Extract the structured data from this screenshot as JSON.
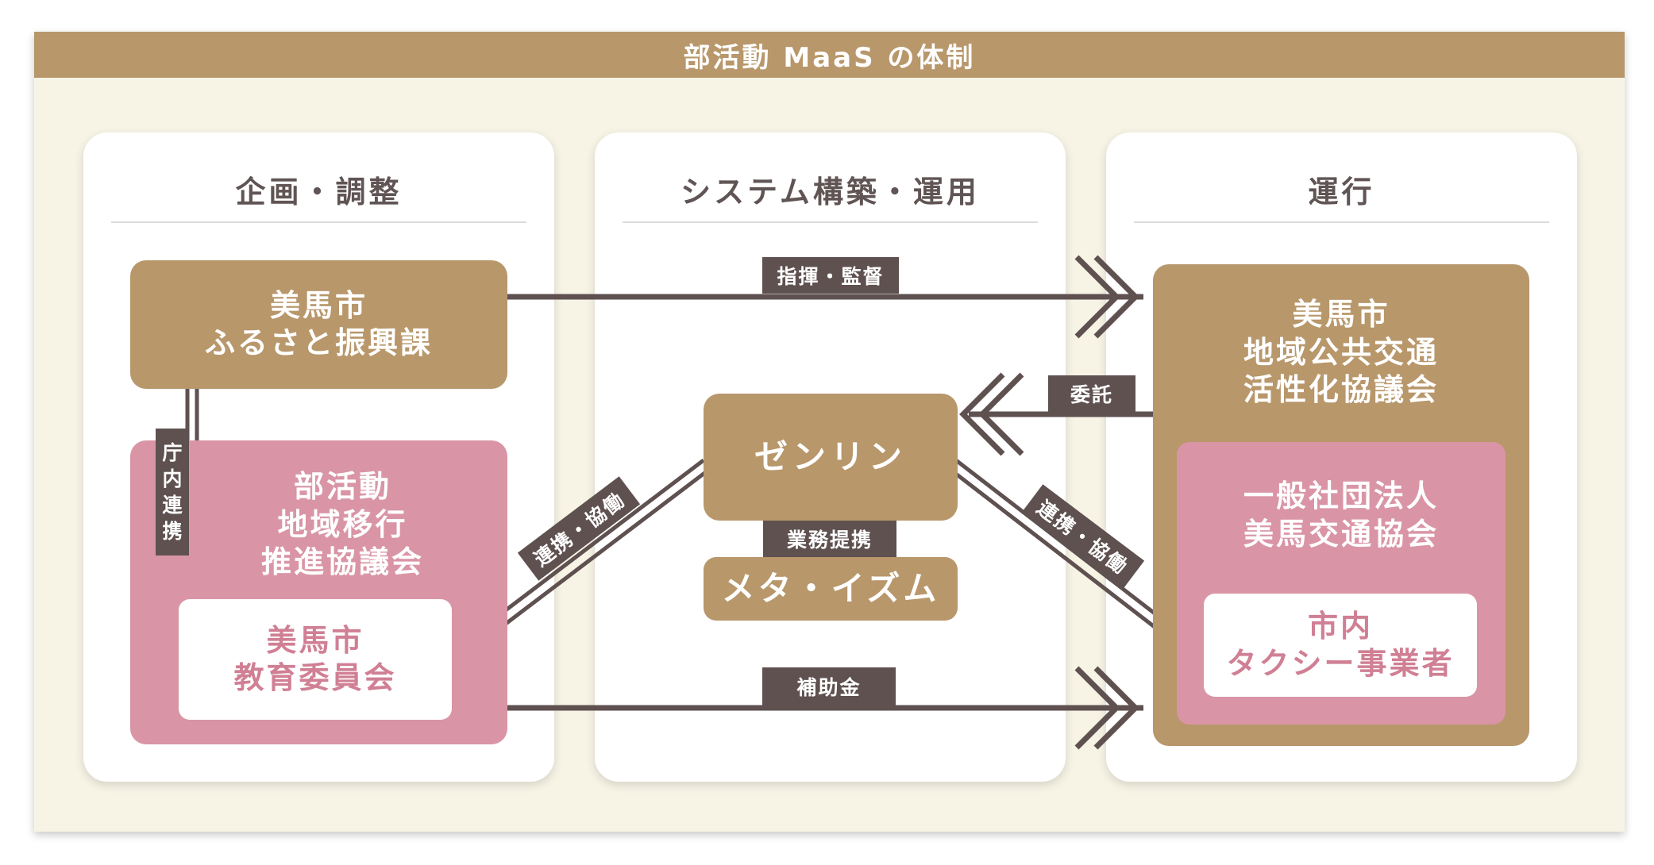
{
  "title": "部活動 MaaS の体制",
  "columns": {
    "left": "企画・調整",
    "middle": "システム構築・運用",
    "right": "運行"
  },
  "boxes": {
    "furusato": [
      "美馬市",
      "ふるさと振興課"
    ],
    "bukatsudo": [
      "部活動",
      "地域移行",
      "推進協議会"
    ],
    "kyoiku": [
      "美馬市",
      "教育委員会"
    ],
    "zenrin": "ゼンリン",
    "metaism": "メタ・イズム",
    "kokyo": [
      "美馬市",
      "地域公共交通",
      "活性化協議会"
    ],
    "kotsu_kyokai": [
      "一般社団法人",
      "美馬交通協会"
    ],
    "taxi": [
      "市内",
      "タクシー事業者"
    ]
  },
  "labels": {
    "shiki_kantoku": "指揮・監督",
    "itaku": "委託",
    "chonai_renkei": [
      "庁",
      "内",
      "連",
      "携"
    ],
    "renkei_left": "連携・協働",
    "renkei_right": "連携・協働",
    "gyomu_teikei": "業務提携",
    "hojokin": "補助金"
  },
  "colors": {
    "brown": "#b8976b",
    "pink": "#d995a6",
    "dark": "#5e5150",
    "cream": "#f7f4e6",
    "pink_text": "#d07f94"
  }
}
